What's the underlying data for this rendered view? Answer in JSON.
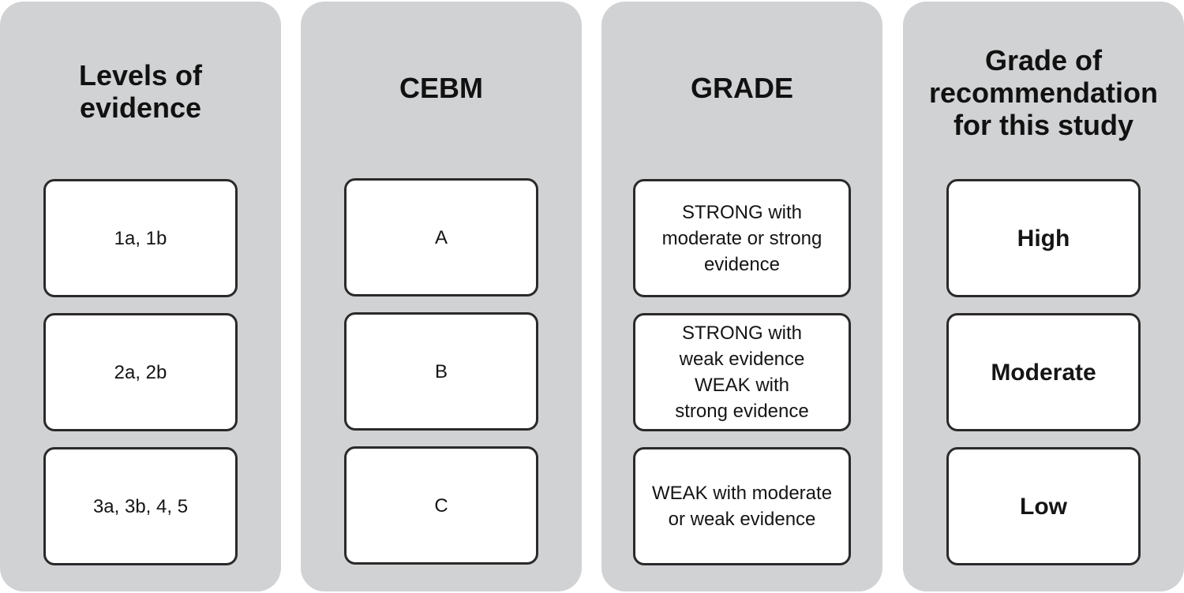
{
  "columns": [
    {
      "title": [
        "Levels of",
        "evidence"
      ],
      "items": [
        {
          "lines": [
            "1a, 1b"
          ]
        },
        {
          "lines": [
            "2a, 2b"
          ]
        },
        {
          "lines": [
            "3a, 3b, 4, 5"
          ]
        }
      ]
    },
    {
      "title": [
        "CEBM"
      ],
      "items": [
        {
          "lines": [
            "A"
          ]
        },
        {
          "lines": [
            "B"
          ]
        },
        {
          "lines": [
            "C"
          ]
        }
      ]
    },
    {
      "title": [
        "GRADE"
      ],
      "items": [
        {
          "lines": [
            "STRONG with",
            "moderate or strong",
            "evidence"
          ]
        },
        {
          "lines": [
            "STRONG with",
            "weak evidence",
            "WEAK with",
            "strong evidence"
          ]
        },
        {
          "lines": [
            "WEAK with moderate",
            "or weak evidence"
          ]
        }
      ]
    },
    {
      "title": [
        "Grade of",
        "recommendation",
        "for this study"
      ],
      "items": [
        {
          "lines": [
            "High"
          ]
        },
        {
          "lines": [
            "Moderate"
          ]
        },
        {
          "lines": [
            "Low"
          ]
        }
      ]
    }
  ],
  "colors": {
    "page_background": "#ffffff",
    "column_background": "#d1d2d4",
    "box_background": "#ffffff",
    "box_border": "#2a2a2a",
    "text": "#111111"
  }
}
